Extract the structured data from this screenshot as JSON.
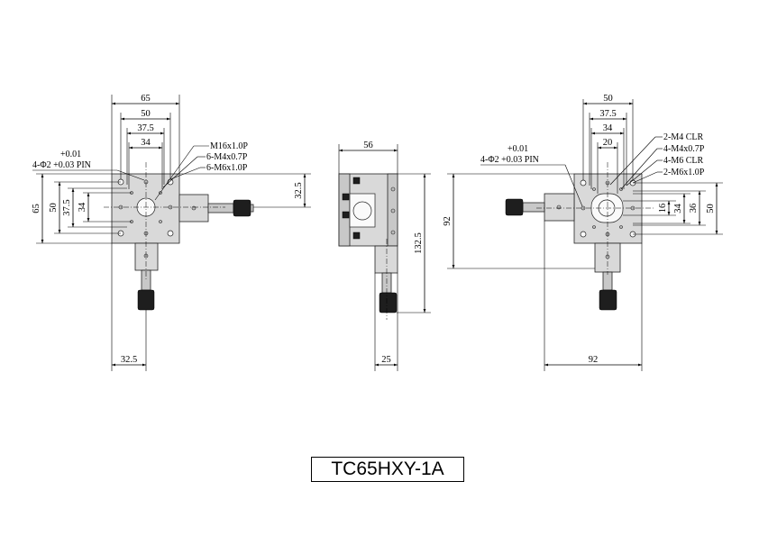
{
  "title": "TC65HXY-1A",
  "views": {
    "top": {
      "dims": {
        "width_65": "65",
        "width_50": "50",
        "width_37_5": "37.5",
        "width_34": "34",
        "height_65": "65",
        "height_50": "50",
        "height_37_5": "37.5",
        "height_34": "34",
        "offset_32_5": "32.5",
        "bottom_32_5": "32.5"
      },
      "callouts": {
        "m16": "M16x1.0P",
        "m4": "6-M4x0.7P",
        "m6": "6-M6x1.0P",
        "pin_tol": "+0.01",
        "pin_label": "4-Φ2 +0.03 PIN"
      }
    },
    "side": {
      "dims": {
        "width_56": "56",
        "height_132_5": "132.5",
        "bottom_25": "25"
      }
    },
    "bottom": {
      "dims": {
        "width_50": "50",
        "width_37_5": "37.5",
        "width_34": "34",
        "width_20": "20",
        "height_92": "92",
        "width_92": "92",
        "r16": "16",
        "r34": "34",
        "r36": "36",
        "r50": "50"
      },
      "callouts": {
        "m4clr": "2-M4 CLR",
        "m4": "4-M4x0.7P",
        "m6clr": "4-M6 CLR",
        "m6": "2-M6x1.0P",
        "pin_tol": "+0.01",
        "pin_label": "4-Φ2 +0.03 PIN"
      }
    }
  }
}
